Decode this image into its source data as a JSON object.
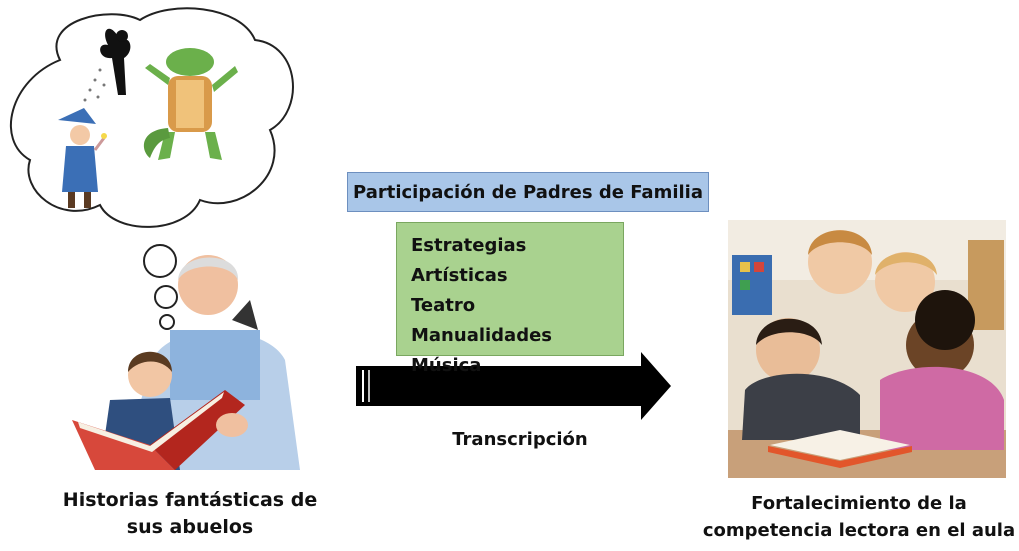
{
  "participation_label": "Participación de Padres de Familia",
  "strategies": [
    "Estrategias Artísticas",
    "Teatro",
    "Manualidades",
    "Música"
  ],
  "arrow_label": "Transcripción",
  "left_caption": [
    "Historias fantásticas de",
    "sus abuelos"
  ],
  "right_caption": [
    "Fortalecimiento de la",
    "competencia lectora en el aula"
  ],
  "colors": {
    "participation_box": "#a9c6e8",
    "strategies_box": "#a9d28f",
    "arrow": "#000000"
  }
}
